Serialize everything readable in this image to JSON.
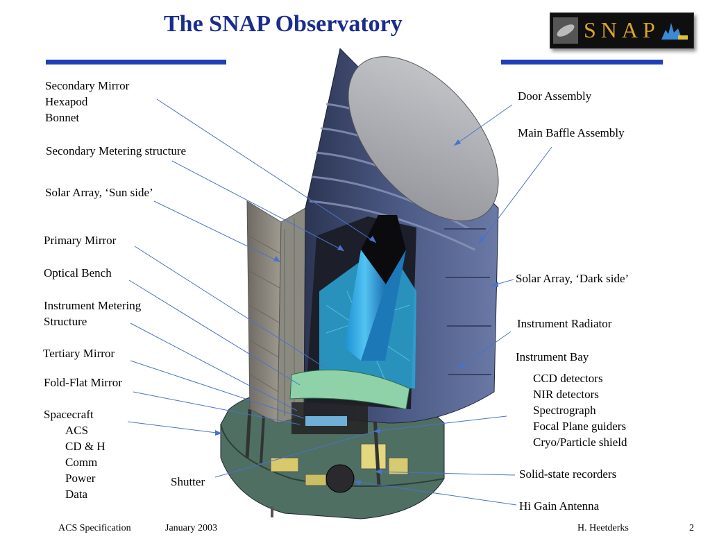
{
  "slide": {
    "title": "The SNAP Observatory",
    "logo_text": "SNAP"
  },
  "labels_left": {
    "secondary_mirror": "Secondary Mirror",
    "hexapod": "Hexapod",
    "bonnet": "Bonnet",
    "secondary_metering": "Secondary Metering structure",
    "solar_array_sun": "Solar Array, ‘Sun side’",
    "primary_mirror": "Primary Mirror",
    "optical_bench": "Optical Bench",
    "instrument_metering_1": "Instrument Metering",
    "instrument_metering_2": "Structure",
    "tertiary_mirror": "Tertiary Mirror",
    "fold_flat_mirror": "Fold-Flat Mirror",
    "spacecraft": "Spacecraft",
    "spacecraft_items": [
      "ACS",
      "CD & H",
      "Comm",
      "Power",
      "Data"
    ],
    "shutter": "Shutter"
  },
  "labels_right": {
    "door_assembly": "Door Assembly",
    "main_baffle": "Main Baffle Assembly",
    "solar_array_dark": "Solar Array, ‘Dark side’",
    "instrument_radiator": "Instrument Radiator",
    "instrument_bay": "Instrument Bay",
    "instrument_bay_items": [
      "CCD detectors",
      "NIR detectors",
      "Spectrograph",
      "Focal Plane guiders",
      "Cryo/Particle shield"
    ],
    "solid_state_recorders": "Solid-state recorders",
    "hi_gain_antenna": "Hi Gain Antenna"
  },
  "footer": {
    "left": "ACS Specification",
    "date": "January 2003",
    "author": "H. Heetderks",
    "page": "2"
  },
  "colors": {
    "title": "#1a2d8c",
    "rule": "#1f3fb8",
    "leader": "#4a72c8",
    "logo_text": "#d8a427"
  }
}
